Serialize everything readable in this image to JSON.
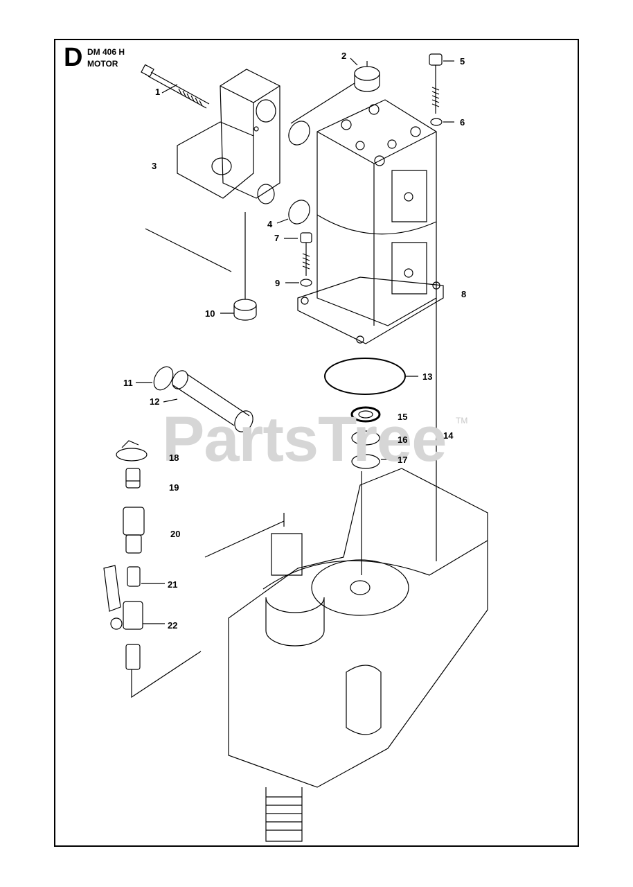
{
  "header": {
    "section_letter": "D",
    "model": "DM 406 H",
    "subtitle": "MOTOR"
  },
  "callouts": [
    "1",
    "2",
    "3",
    "4",
    "5",
    "6",
    "7",
    "8",
    "9",
    "10",
    "11",
    "12",
    "13",
    "14",
    "15",
    "16",
    "17",
    "18",
    "19",
    "20",
    "21",
    "22"
  ],
  "watermark": {
    "text": "PartsTree",
    "trademark": "TM"
  },
  "colors": {
    "ink": "#000000",
    "watermark": "#d6d6d6"
  }
}
